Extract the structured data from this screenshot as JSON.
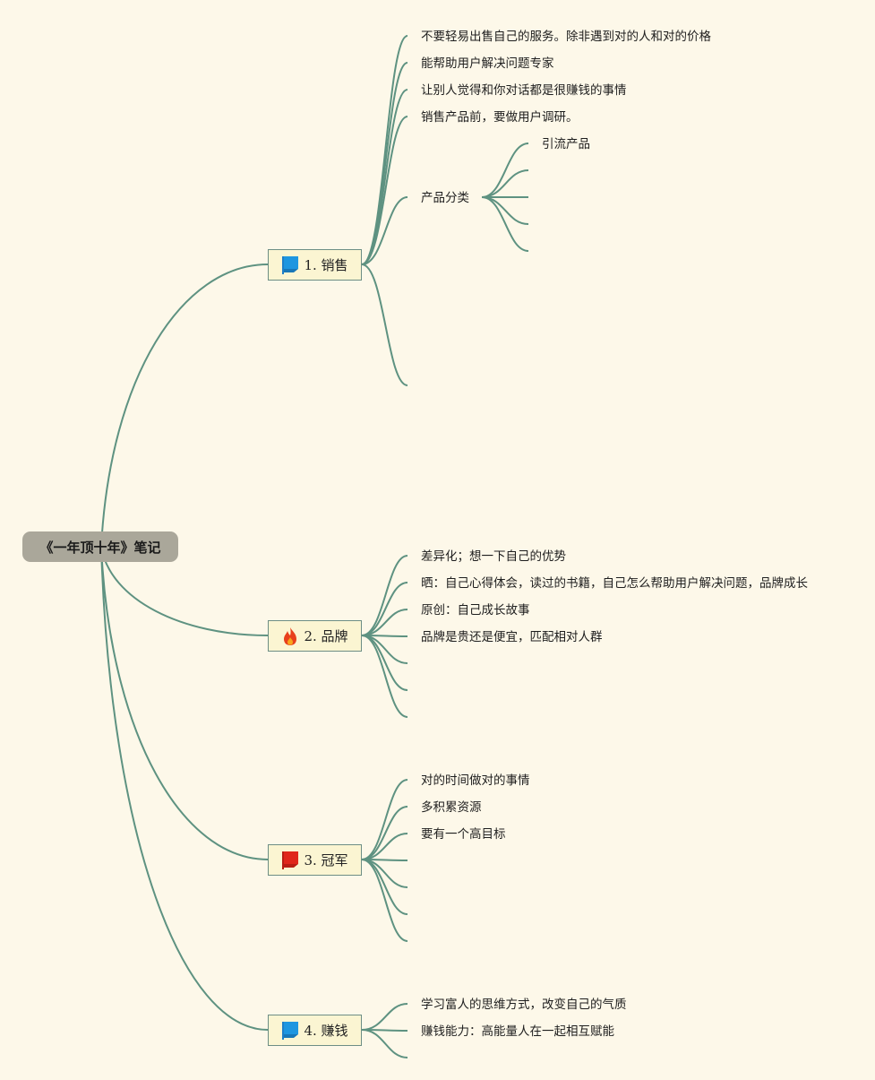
{
  "root": {
    "label": "《一年顶十年》笔记"
  },
  "branches": [
    {
      "label": "1. 销售",
      "icon": "blue-flag-icon",
      "items": [
        "不要轻易出售自己的服务。除非遇到对的人和对的价格",
        "能帮助用户解决问题专家",
        "让别人觉得和你对话都是很赚钱的事情",
        "销售产品前，要做用户调研。",
        "产品分类"
      ],
      "sub_items": [
        "引流产品"
      ]
    },
    {
      "label": "2. 品牌",
      "icon": "fire-icon",
      "items": [
        "差异化；想一下自己的优势",
        "晒：自己心得体会，读过的书籍，自己怎么帮助用户解决问题，品牌成长",
        "原创：自己成长故事",
        "品牌是贵还是便宜，匹配相对人群"
      ]
    },
    {
      "label": "3. 冠军",
      "icon": "red-flag-icon",
      "items": [
        "对的时间做对的事情",
        "多积累资源",
        "要有一个高目标"
      ]
    },
    {
      "label": "4. 赚钱",
      "icon": "blue-flag-icon",
      "items": [
        "学习富人的思维方式，改变自己的气质",
        "赚钱能力：高能量人在一起相互赋能"
      ]
    }
  ],
  "colors": {
    "background": "#fdf8e9",
    "link": "#5e9281",
    "root_fill": "#aaa79a",
    "branch_fill": "#fbf5d2",
    "flag_blue": "#1e96e0",
    "flag_red": "#e0261b",
    "fire": "#e8401c"
  }
}
